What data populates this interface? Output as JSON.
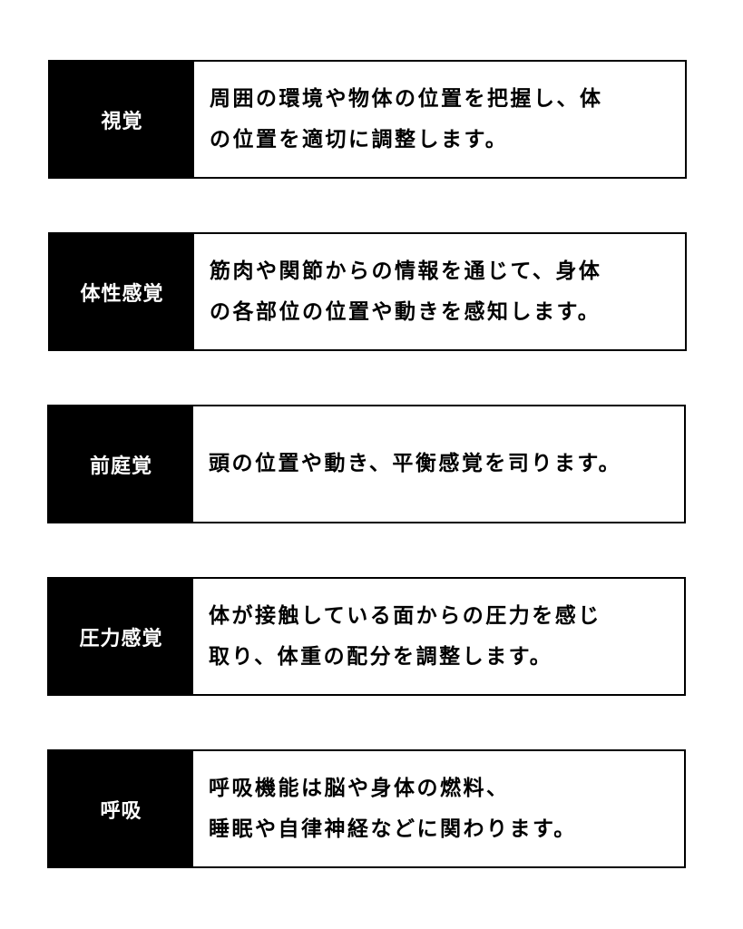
{
  "items": [
    {
      "label": "視覚",
      "lines": [
        "周囲の環境や物体の位置を把握し、体",
        "の位置を適切に調整します。"
      ]
    },
    {
      "label": "体性感覚",
      "lines": [
        "筋肉や関節からの情報を通じて、身体",
        "の各部位の位置や動きを感知します。"
      ]
    },
    {
      "label": "前庭覚",
      "lines": [
        "頭の位置や動き、平衡感覚を司ります。"
      ]
    },
    {
      "label": "圧力感覚",
      "lines": [
        "体が接触している面からの圧力を感じ",
        "取り、体重の配分を調整します。"
      ]
    },
    {
      "label": "呼吸",
      "lines": [
        "呼吸機能は脳や身体の燃料、",
        "睡眠や自律神経などに関わります。"
      ]
    }
  ]
}
